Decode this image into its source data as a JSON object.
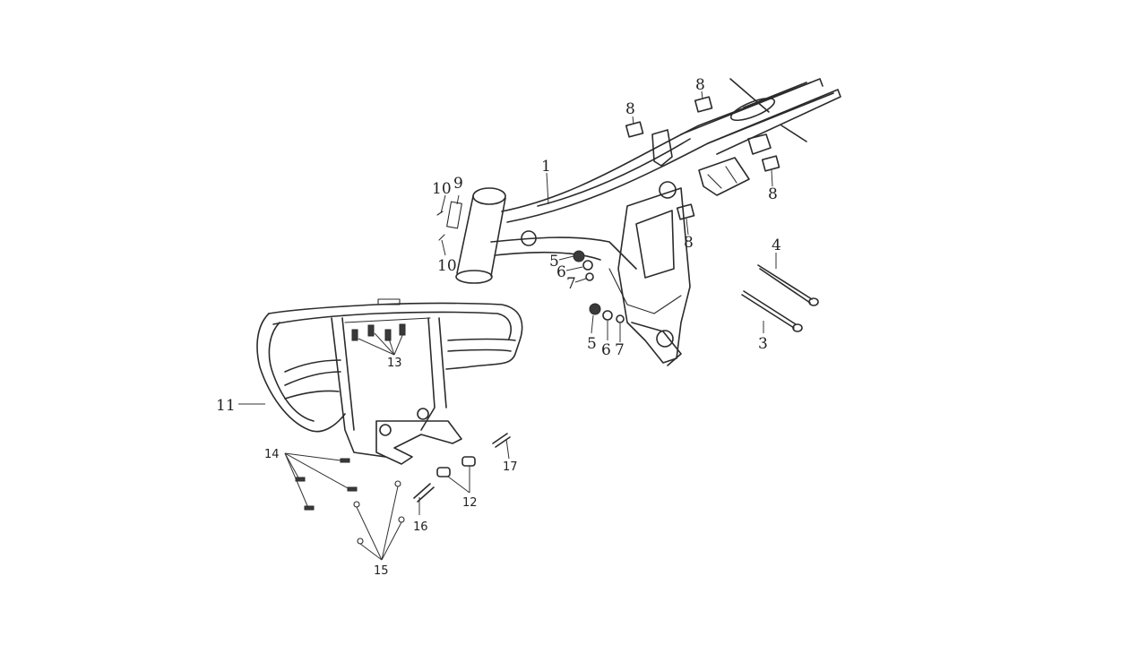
{
  "callouts": {
    "c1": "1",
    "c3": "3",
    "c4": "4",
    "c5a": "5",
    "c5b": "5",
    "c6a": "6",
    "c6b": "6",
    "c7a": "7",
    "c7b": "7",
    "c8a": "8",
    "c8b": "8",
    "c8c": "8",
    "c8d": "8",
    "c9": "9",
    "c10a": "10",
    "c10b": "10",
    "c11": "11",
    "c12": "12",
    "c13": "13",
    "c14": "14",
    "c15": "15",
    "c16": "16",
    "c17": "17"
  },
  "colors": {
    "line": "#2b2b2b",
    "background": "#ffffff"
  }
}
